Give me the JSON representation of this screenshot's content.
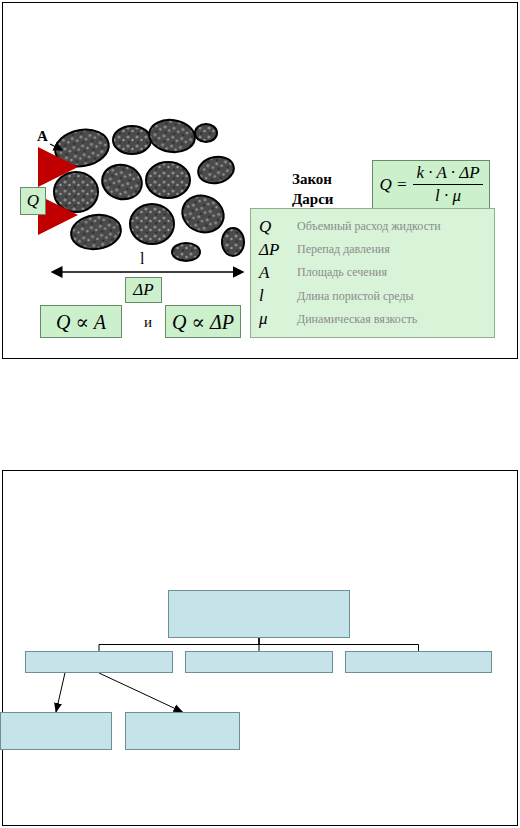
{
  "diagram": {
    "nodes": [
      {
        "text": [
          "Q"
        ]
      },
      {
        "text": [
          "ΔP"
        ]
      },
      {
        "text": [
          "Q ∝ A"
        ]
      },
      {
        "text": [
          "Q ∝ ΔP"
        ]
      },
      {
        "text": [
          "Q =",
          "k · A · ΔP",
          "l · μ"
        ]
      },
      {
        "text": [
          "Q",
          "Объемный расход жидкости",
          "ΔP",
          "Перепад давления",
          "A",
          "Площадь сечения",
          "l",
          "Длина пористой среды",
          "μ",
          "Динамическая вязкость"
        ]
      },
      {
        "text": []
      },
      {
        "text": []
      },
      {
        "text": []
      },
      {
        "text": []
      },
      {
        "text": []
      },
      {
        "text": []
      }
    ],
    "edges": [
      {
        "from": 6,
        "to": 7,
        "arrow": "none"
      },
      {
        "from": 6,
        "to": 8,
        "arrow": "none"
      },
      {
        "from": 6,
        "to": 9,
        "arrow": "none"
      },
      {
        "from": 7,
        "to": 10,
        "arrow": "to"
      },
      {
        "from": 7,
        "to": 11,
        "arrow": "to"
      }
    ],
    "labels": [
      "A",
      "l",
      "и",
      "Закон Дарси"
    ]
  }
}
